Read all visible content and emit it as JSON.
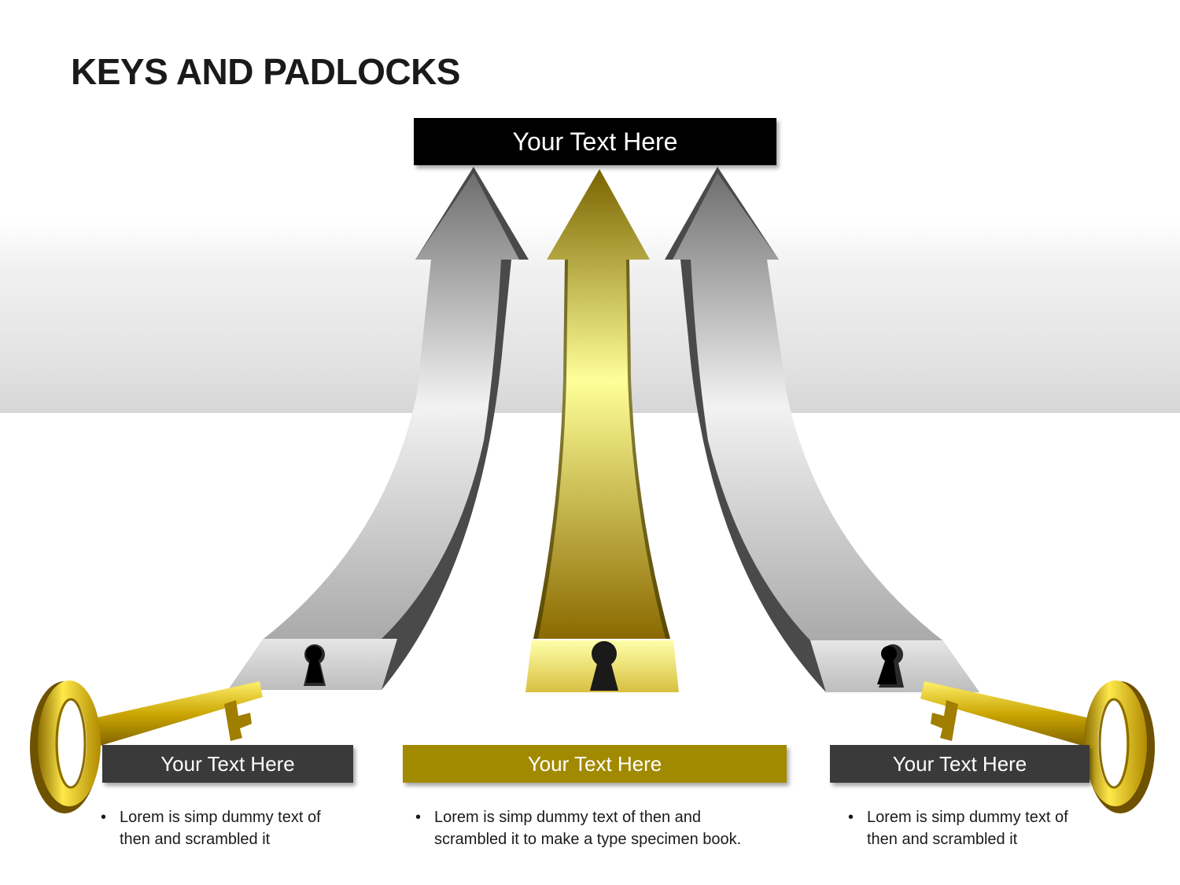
{
  "title": "KEYS AND PADLOCKS",
  "top_label": "Your Text Here",
  "columns": [
    {
      "label": "Your Text Here",
      "bullets": [
        "Lorem is simp dummy text of then and scrambled it"
      ]
    },
    {
      "label": "Your Text Here",
      "bullets": [
        "Lorem is simp dummy text of then and scrambled it to make a type specimen book."
      ]
    },
    {
      "label": "Your Text Here",
      "bullets": [
        "Lorem is simp dummy text of then and scrambled it"
      ]
    }
  ],
  "colors": {
    "gold": "#a18a00",
    "dark_box": "#3a3a3a",
    "black_box": "#000000",
    "silver": "#bfbfbf"
  },
  "icons": [
    "arrow-up-icon",
    "keyhole-icon",
    "key-icon"
  ]
}
